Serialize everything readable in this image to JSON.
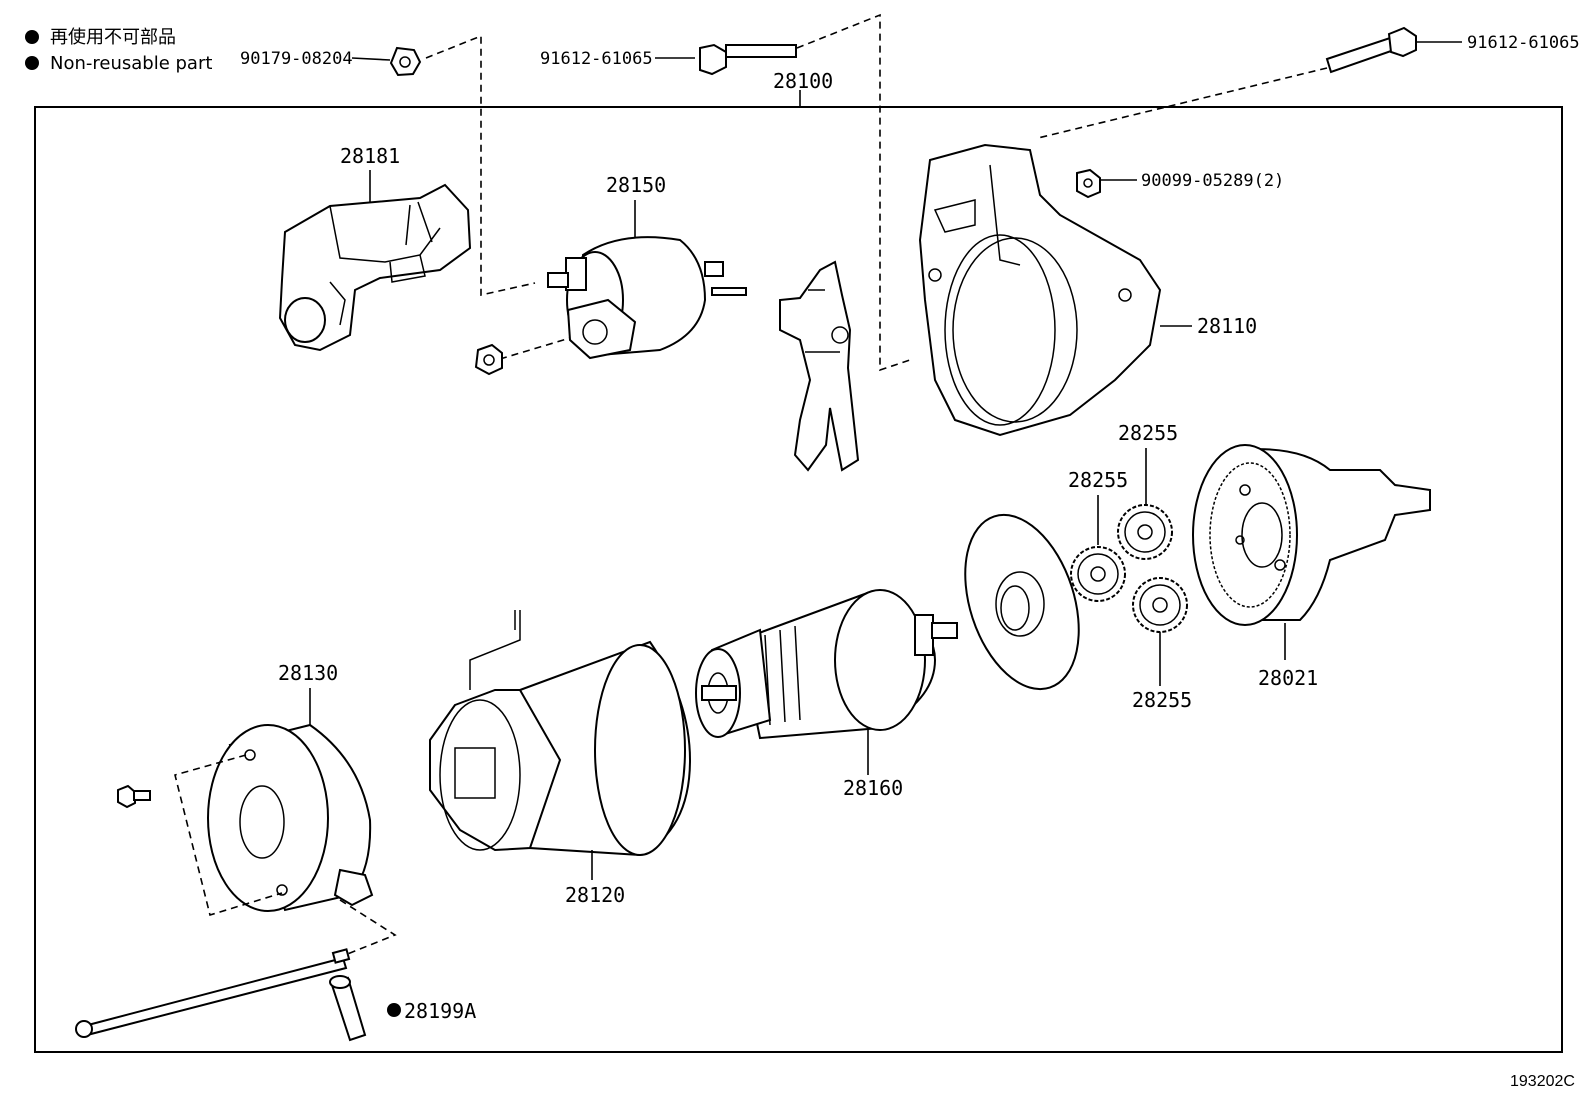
{
  "legend": {
    "japanese": "再使用不可部品",
    "english": "Non-reusable part"
  },
  "assembly_label": "28100",
  "part_labels": {
    "nut_top": "90179-08204",
    "bolt_top_mid": "91612-61065",
    "bolt_top_right": "91612-61065",
    "housing_bolt": "90099-05289(2)",
    "cover_28181": "28181",
    "solenoid": "28150",
    "housing": "28110",
    "gear_upper": "28255",
    "gear_left": "28255",
    "gear_lower": "28255",
    "clutch": "28021",
    "end_frame": "28130",
    "yoke": "28120",
    "armature": "28160",
    "grommet": "28199A"
  },
  "diagram_code": "193202C"
}
